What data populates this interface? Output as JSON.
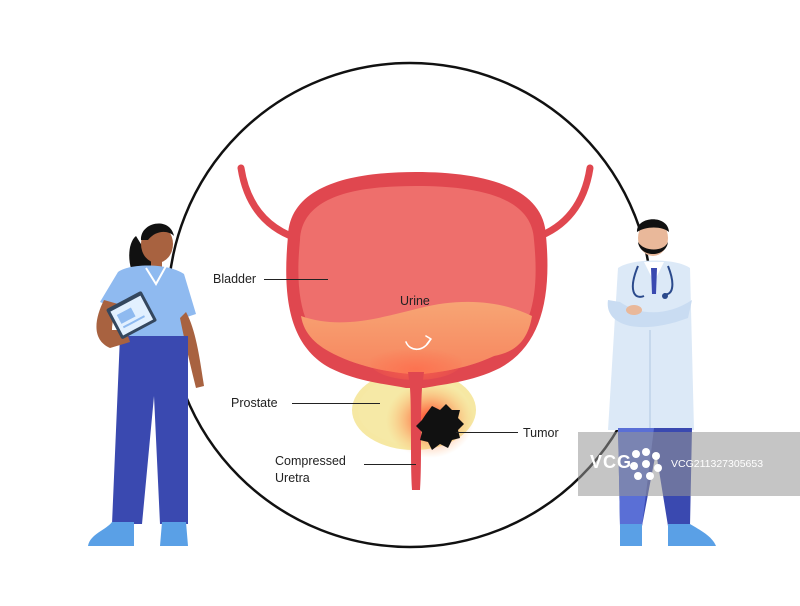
{
  "labels": {
    "bladder": "Bladder",
    "urine": "Urine",
    "prostate": "Prostate",
    "tumor": "Tumor",
    "compressed_line1": "Compressed",
    "compressed_line2": "Uretra"
  },
  "watermark": {
    "logo": "VCG",
    "id": "VCG211327305653"
  },
  "colors": {
    "bladder_wall": "#e0474f",
    "bladder_inner": "#ee6f6c",
    "urine": "#f7a06c",
    "prostate": "#f6e8a3",
    "tumor": "#111111",
    "scrubs_top": "#8fbaf0",
    "pants": "#3a49b0",
    "coat": "#dce9f7"
  }
}
